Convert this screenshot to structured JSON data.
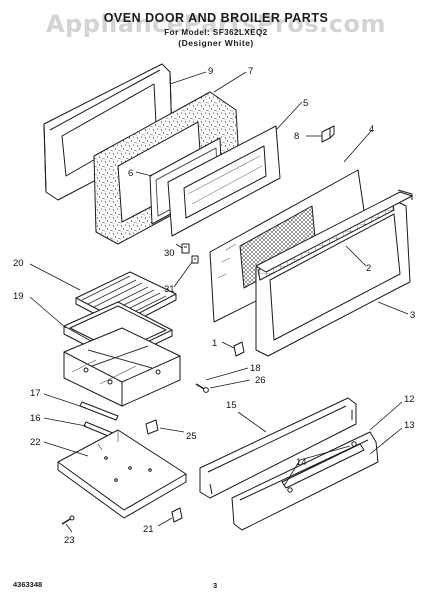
{
  "header": {
    "title": "OVEN DOOR AND BROILER PARTS",
    "model_line": "For Model: SF362LXEQ2",
    "variant": "(Designer White)"
  },
  "watermark": "AppliancePartsPros.com",
  "footer": {
    "doc_number": "4363348",
    "page_number": "3"
  },
  "callouts": [
    "9",
    "7",
    "5",
    "8",
    "4",
    "6",
    "3",
    "2",
    "30",
    "31",
    "20",
    "19",
    "1",
    "18",
    "26",
    "17",
    "16",
    "25",
    "22",
    "15",
    "12",
    "13",
    "14",
    "23",
    "21"
  ]
}
